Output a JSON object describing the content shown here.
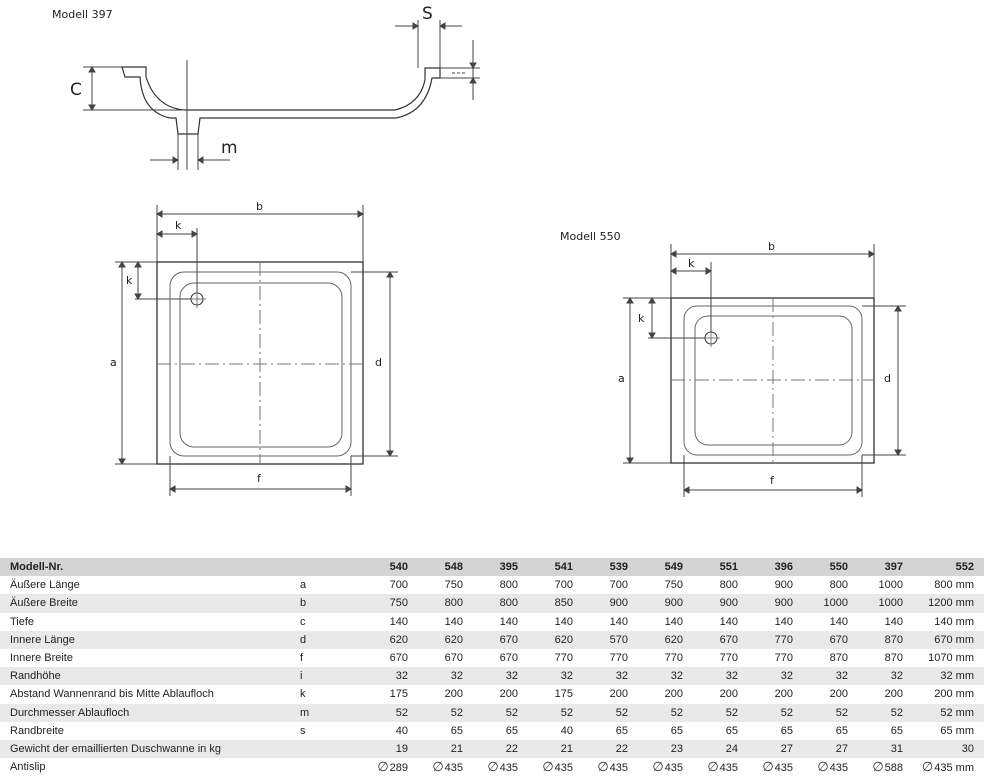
{
  "drawing": {
    "model_397_label": "Modell 397",
    "model_550_label": "Modell 550",
    "section_labels": {
      "s": "S",
      "c": "C",
      "m": "m"
    },
    "plan_labels": {
      "b": "b",
      "k": "k",
      "a": "a",
      "d": "d",
      "f": "f"
    }
  },
  "table": {
    "header_label": "Modell-Nr.",
    "models": [
      "540",
      "548",
      "395",
      "541",
      "539",
      "549",
      "551",
      "396",
      "550",
      "397",
      "552"
    ],
    "rows": [
      {
        "label": "Äußere Länge",
        "sym": "a",
        "values": [
          "700",
          "750",
          "800",
          "700",
          "700",
          "750",
          "800",
          "900",
          "800",
          "1000",
          "800 mm"
        ],
        "shade": false
      },
      {
        "label": "Äußere Breite",
        "sym": "b",
        "values": [
          "750",
          "800",
          "800",
          "850",
          "900",
          "900",
          "900",
          "900",
          "1000",
          "1000",
          "1200 mm"
        ],
        "shade": true
      },
      {
        "label": "Tiefe",
        "sym": "c",
        "values": [
          "140",
          "140",
          "140",
          "140",
          "140",
          "140",
          "140",
          "140",
          "140",
          "140",
          "140 mm"
        ],
        "shade": false
      },
      {
        "label": "Innere Länge",
        "sym": "d",
        "values": [
          "620",
          "620",
          "670",
          "620",
          "570",
          "620",
          "670",
          "770",
          "670",
          "870",
          "670 mm"
        ],
        "shade": true
      },
      {
        "label": "Innere Breite",
        "sym": "f",
        "values": [
          "670",
          "670",
          "670",
          "770",
          "770",
          "770",
          "770",
          "770",
          "870",
          "870",
          "1070 mm"
        ],
        "shade": false
      },
      {
        "label": "Randhöhe",
        "sym": "i",
        "values": [
          "32",
          "32",
          "32",
          "32",
          "32",
          "32",
          "32",
          "32",
          "32",
          "32",
          "32 mm"
        ],
        "shade": true
      },
      {
        "label": "Abstand Wannenrand bis Mitte Ablaufloch",
        "sym": "k",
        "values": [
          "175",
          "200",
          "200",
          "175",
          "200",
          "200",
          "200",
          "200",
          "200",
          "200",
          "200 mm"
        ],
        "shade": false
      },
      {
        "label": "Durchmesser Ablaufloch",
        "sym": "m",
        "values": [
          "52",
          "52",
          "52",
          "52",
          "52",
          "52",
          "52",
          "52",
          "52",
          "52",
          "52 mm"
        ],
        "shade": true
      },
      {
        "label": "Randbreite",
        "sym": "s",
        "values": [
          "40",
          "65",
          "65",
          "40",
          "65",
          "65",
          "65",
          "65",
          "65",
          "65",
          "65 mm"
        ],
        "shade": false
      },
      {
        "label": "Gewicht der emaillierten Duschwanne in kg",
        "sym": "",
        "values": [
          "19",
          "21",
          "22",
          "21",
          "22",
          "23",
          "24",
          "27",
          "27",
          "31",
          "30"
        ],
        "shade": true
      },
      {
        "label": "Antislip",
        "sym": "",
        "values": [
          "435",
          "435",
          "435",
          "435",
          "435",
          "435",
          "435",
          "435",
          "435",
          "588",
          "435 mm"
        ],
        "first_value": "289",
        "diameter_symbol": "∅",
        "shade": false
      }
    ]
  }
}
